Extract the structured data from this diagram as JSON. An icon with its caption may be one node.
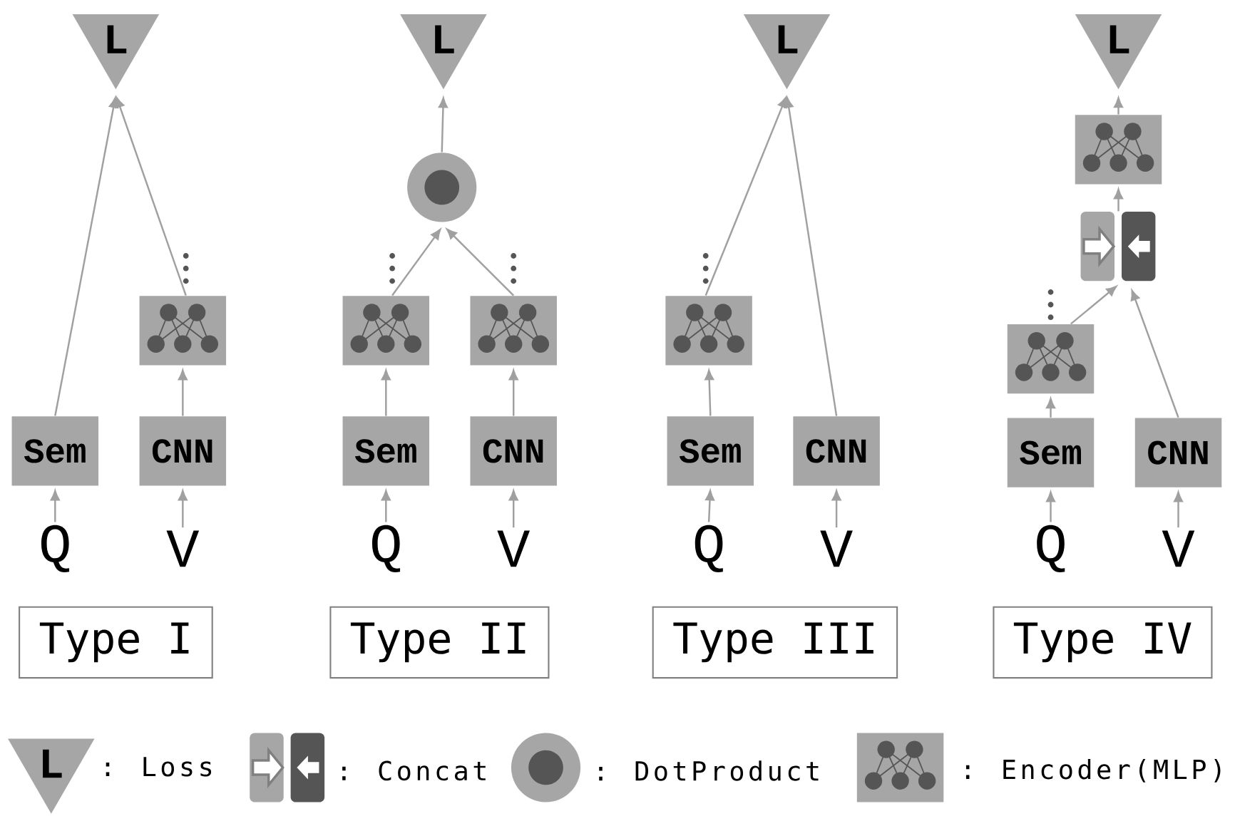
{
  "diagram": {
    "nodes": [
      {
        "text": [
          "L"
        ]
      },
      {
        "text": [],
        "shape": "box"
      },
      {
        "text": [
          "Sem"
        ]
      },
      {
        "text": [
          "CNN"
        ]
      },
      {
        "text": [
          "Q"
        ]
      },
      {
        "text": [
          "V"
        ]
      },
      {
        "text": [
          "Type I"
        ]
      },
      {
        "text": [
          "L"
        ]
      },
      {
        "text": [],
        "shape": "circle"
      },
      {
        "text": [],
        "shape": "box"
      },
      {
        "text": [],
        "shape": "box"
      },
      {
        "text": [
          "Sem"
        ]
      },
      {
        "text": [
          "CNN"
        ]
      },
      {
        "text": [
          "Q"
        ]
      },
      {
        "text": [
          "V"
        ]
      },
      {
        "text": [
          "Type II"
        ]
      },
      {
        "text": [
          "L"
        ]
      },
      {
        "text": [],
        "shape": "box"
      },
      {
        "text": [
          "Sem"
        ]
      },
      {
        "text": [
          "CNN"
        ]
      },
      {
        "text": [
          "Q"
        ]
      },
      {
        "text": [
          "V"
        ]
      },
      {
        "text": [
          "Type III"
        ]
      },
      {
        "text": [
          "L"
        ]
      },
      {
        "text": [],
        "shape": "box"
      },
      {
        "text": [],
        "shape": "box"
      },
      {
        "text": [],
        "shape": "box"
      },
      {
        "text": [
          "Sem"
        ]
      },
      {
        "text": [
          "CNN"
        ]
      },
      {
        "text": [
          "Q"
        ]
      },
      {
        "text": [
          "V"
        ]
      },
      {
        "text": [
          "Type IV"
        ]
      },
      {
        "text": [
          "L"
        ]
      }
    ],
    "edges": [
      {
        "from": 4,
        "to": 2,
        "arrow": "to"
      },
      {
        "from": 5,
        "to": 3,
        "arrow": "to"
      },
      {
        "from": 3,
        "to": 1,
        "arrow": "to"
      },
      {
        "from": 2,
        "to": 0,
        "arrow": "to"
      },
      {
        "from": 1,
        "to": 0,
        "arrow": "to"
      },
      {
        "from": 13,
        "to": 11,
        "arrow": "to"
      },
      {
        "from": 14,
        "to": 12,
        "arrow": "to"
      },
      {
        "from": 11,
        "to": 9,
        "arrow": "to"
      },
      {
        "from": 12,
        "to": 10,
        "arrow": "to"
      },
      {
        "from": 9,
        "to": 8,
        "arrow": "to"
      },
      {
        "from": 10,
        "to": 8,
        "arrow": "to"
      },
      {
        "from": 8,
        "to": 7,
        "arrow": "to"
      },
      {
        "from": 20,
        "to": 18,
        "arrow": "to"
      },
      {
        "from": 21,
        "to": 19,
        "arrow": "to"
      },
      {
        "from": 18,
        "to": 17,
        "arrow": "to"
      },
      {
        "from": 17,
        "to": 16,
        "arrow": "to"
      },
      {
        "from": 19,
        "to": 16,
        "arrow": "to"
      },
      {
        "from": 29,
        "to": 27,
        "arrow": "to"
      },
      {
        "from": 30,
        "to": 28,
        "arrow": "to"
      },
      {
        "from": 27,
        "to": 26,
        "arrow": "to"
      },
      {
        "from": 26,
        "to": 25,
        "arrow": "to"
      },
      {
        "from": 28,
        "to": 25,
        "arrow": "to"
      },
      {
        "from": 25,
        "to": 24,
        "arrow": "to"
      },
      {
        "from": 24,
        "to": 23,
        "arrow": "to"
      }
    ],
    "legend": [
      {
        "text": ": Loss"
      },
      {
        "text": ": Concat"
      },
      {
        "text": ": DotProduct"
      },
      {
        "text": ": Encoder(MLP)"
      }
    ]
  }
}
